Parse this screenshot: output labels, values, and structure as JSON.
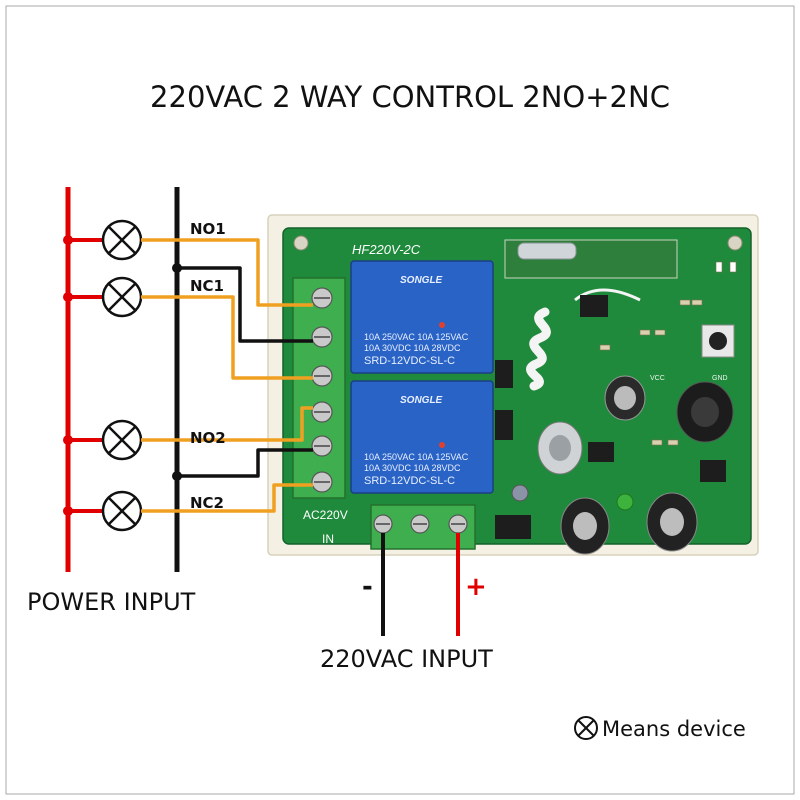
{
  "title": "220VAC 2 WAY CONTROL 2NO+2NC",
  "channels": {
    "no1": "NO1",
    "nc1": "NC1",
    "no2": "NO2",
    "nc2": "NC2"
  },
  "power_input_label": "POWER INPUT",
  "ac_input_label": "220VAC INPUT",
  "negative_sign": "-",
  "positive_sign": "+",
  "legend": {
    "icon": "device-symbol-icon",
    "text": "Means device"
  },
  "board": {
    "model": "HF220V-2C",
    "ac_label": "AC220V",
    "in_label": "IN",
    "relay_brand": "SONGLE",
    "relay_ratings_1": "10A 250VAC  10A 125VAC",
    "relay_ratings_2": "10A  30VDC  10A  28VDC",
    "relay_model": "SRD-12VDC-SL-C",
    "vcc_label": "VCC",
    "gnd_label": "GND"
  },
  "colors": {
    "wire_orange": "#f0a020",
    "power_red": "#e00000",
    "neutral_black": "#111111",
    "pcb_green": "#1f8a3c",
    "relay_blue": "#2a63c6",
    "terminal_green": "#3fae4f"
  }
}
